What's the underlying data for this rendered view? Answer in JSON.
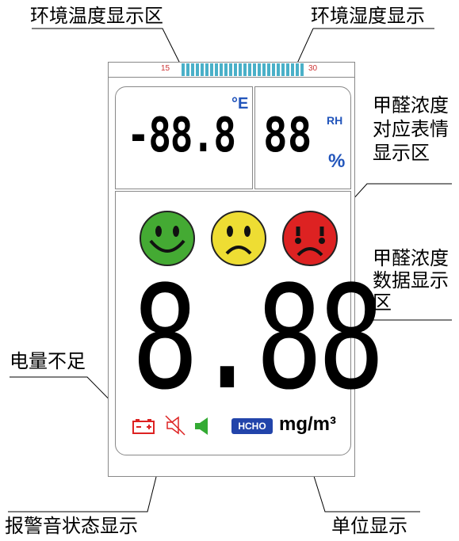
{
  "labels": {
    "temp_zone": "环境温度显示区",
    "humidity_zone": "环境湿度显示",
    "face_zone": "甲醛浓度对应表情显示区",
    "data_zone": "甲醛浓度数据显示区",
    "battery_low": "电量不足",
    "alarm_state": "报警音状态显示",
    "unit_display": "单位显示"
  },
  "ribbon": {
    "left_tick": "15",
    "right_tick": "30"
  },
  "temperature": {
    "value": "-88.8",
    "unit": "°E"
  },
  "humidity": {
    "value": "88",
    "rh_label": "RH",
    "percent": "%"
  },
  "faces": [
    {
      "mood": "happy",
      "color": "#44aa33"
    },
    {
      "mood": "sad",
      "color": "#eedd33"
    },
    {
      "mood": "crying",
      "color": "#dd2222"
    }
  ],
  "hcho_value": "8.88",
  "badge": "HCHO",
  "unit": "mg/m³",
  "colors": {
    "accent_blue": "#2255bb",
    "battery_red": "#dd2222",
    "speaker_green": "#33aa33"
  }
}
